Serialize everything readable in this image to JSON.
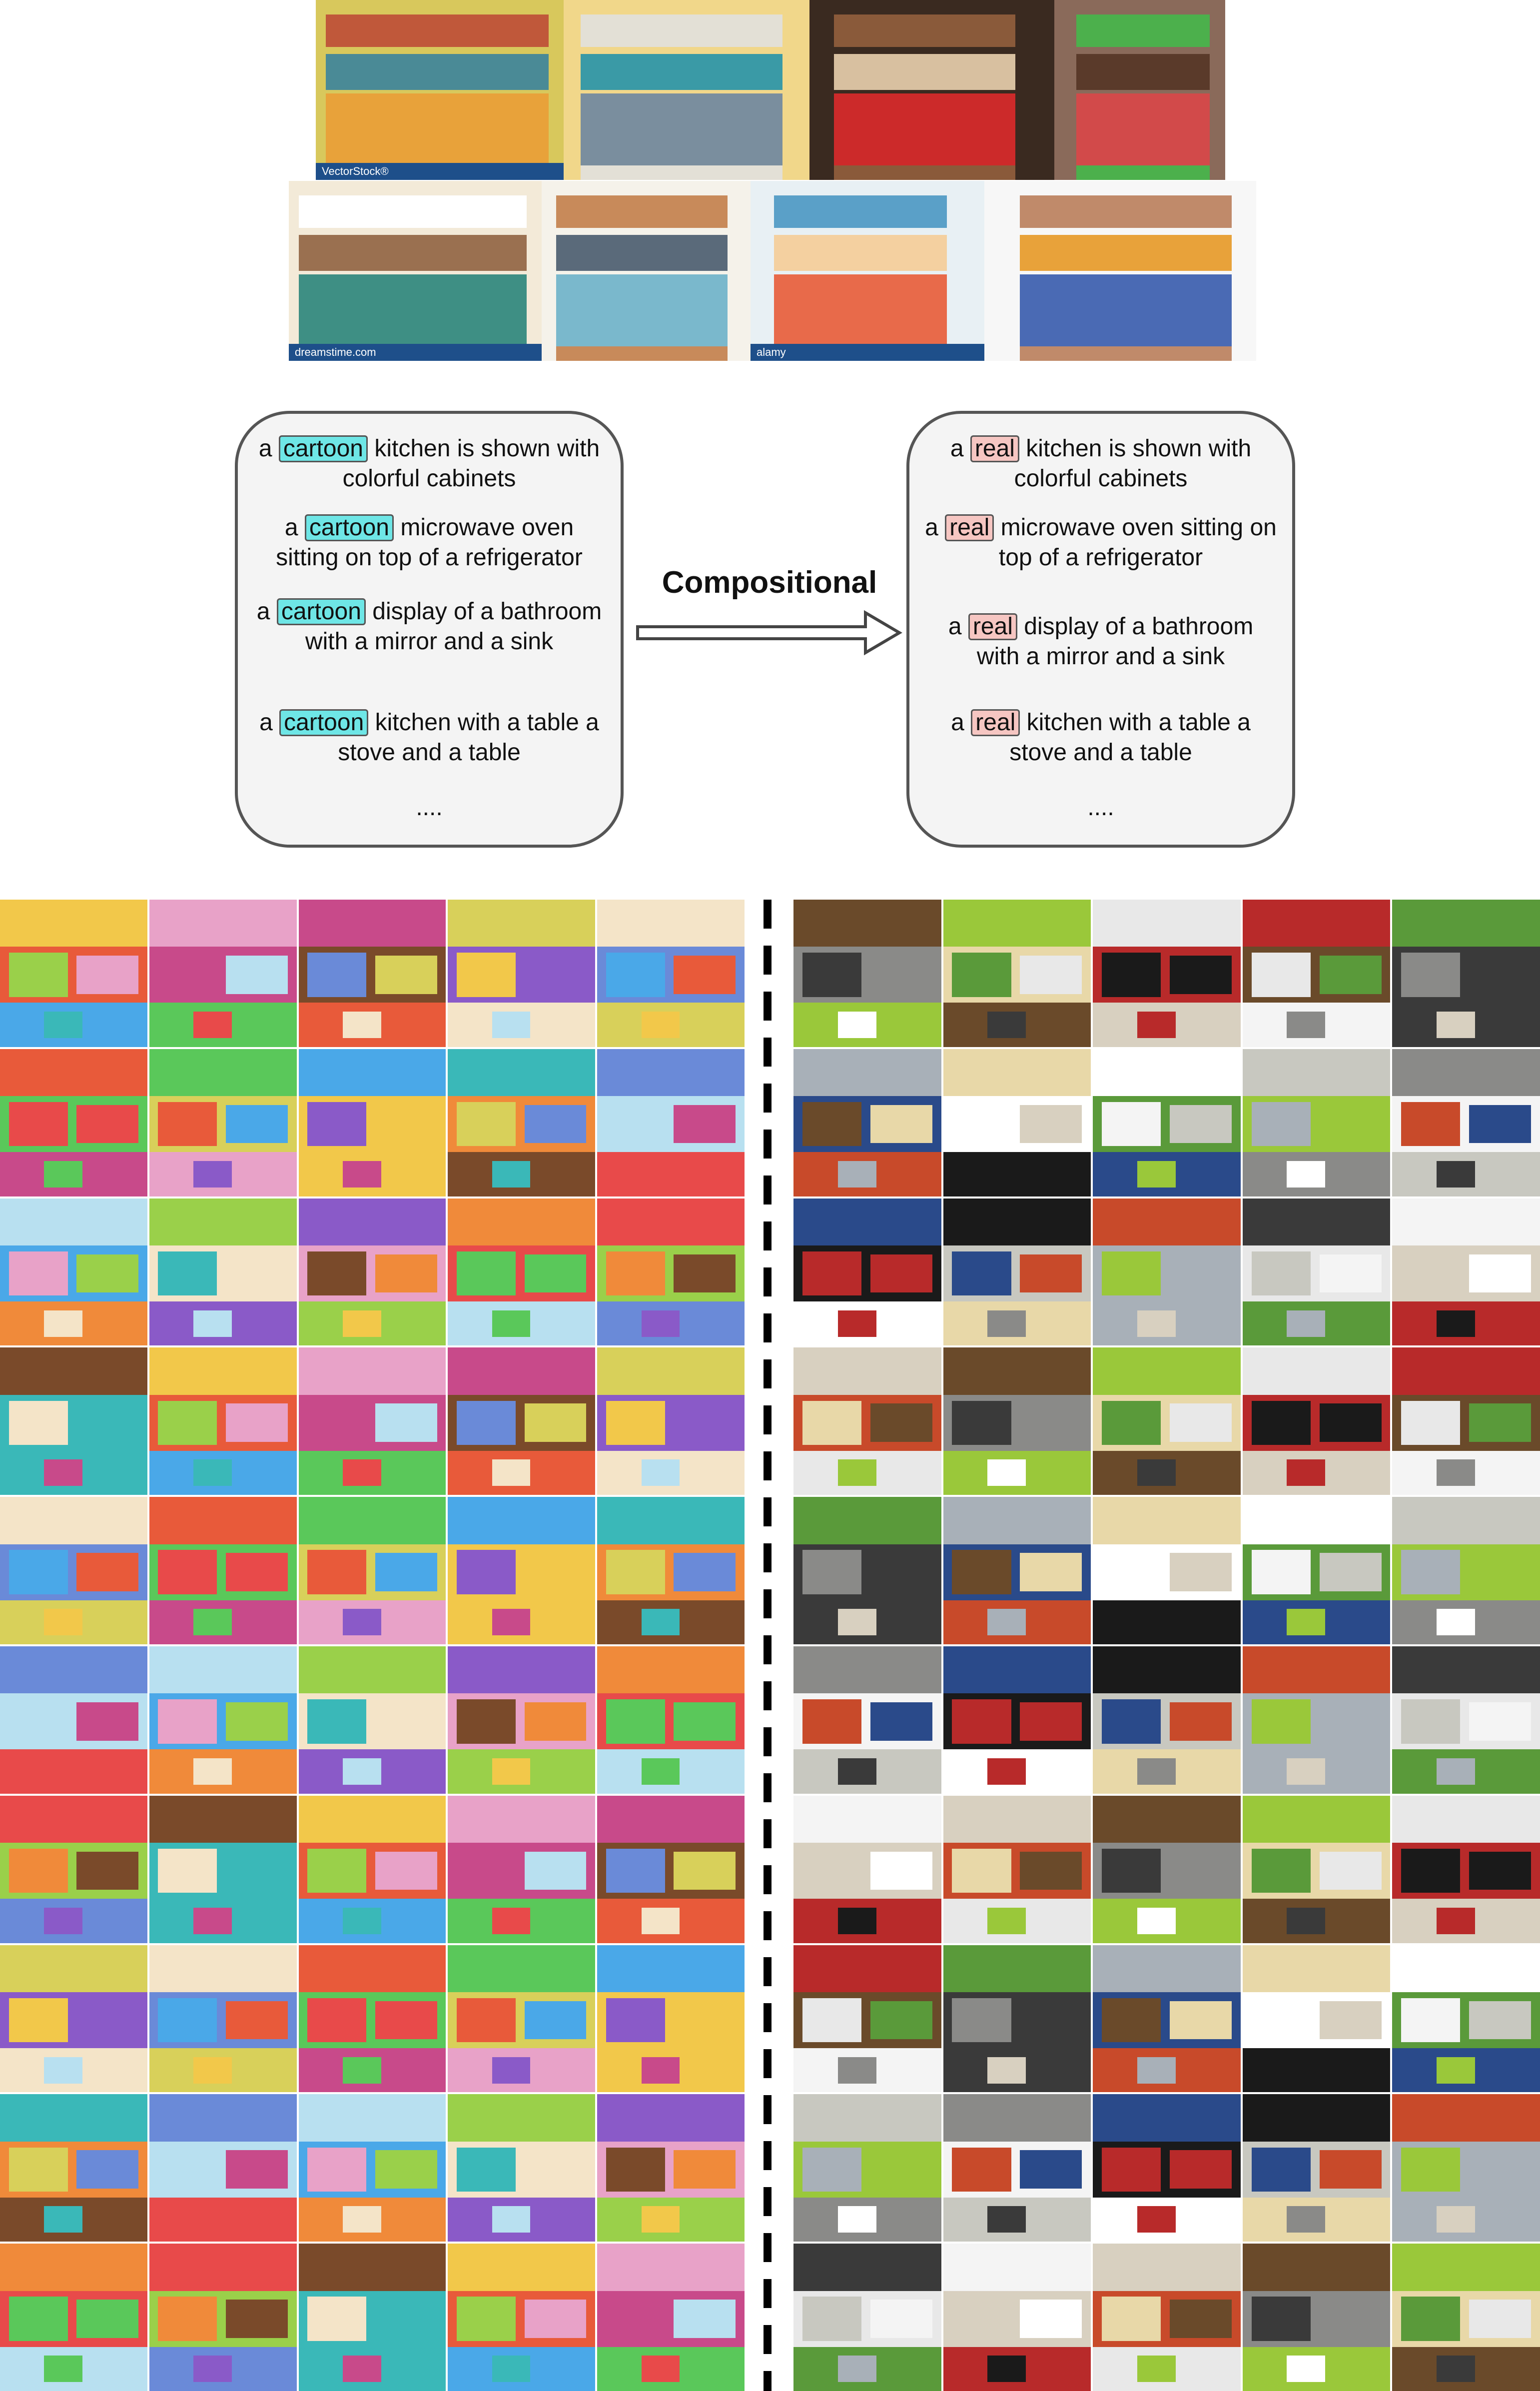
{
  "reference_images": {
    "row1": [
      {
        "watermark": "VectorStock®",
        "bg": "#d8c85c",
        "c1": "#c0583a",
        "c2": "#e8a23a",
        "c3": "#4a8a96"
      },
      {
        "watermark": "",
        "bg": "#f1d78a",
        "c1": "#e3e0d6",
        "c2": "#7a8e9e",
        "c3": "#3a9aa6"
      },
      {
        "watermark": "",
        "bg": "#3a2a20",
        "c1": "#8a5a3a",
        "c2": "#cc2a2a",
        "c3": "#d8c0a0"
      },
      {
        "watermark": "",
        "bg": "#8a6a5a",
        "c1": "#4cb04c",
        "c2": "#d24a4a",
        "c3": "#5a3a2a"
      }
    ],
    "row2": [
      {
        "watermark": "dreamstime.com",
        "bg": "#f3ead8",
        "c1": "#ffffff",
        "c2": "#3e8f84",
        "c3": "#9a7050"
      },
      {
        "watermark": "",
        "bg": "#f5f2ea",
        "c1": "#c88a5a",
        "c2": "#7ab8cc",
        "c3": "#5a6a7a"
      },
      {
        "watermark": "alamy",
        "bg": "#e8f0f4",
        "c1": "#5aa0c8",
        "c2": "#e86a4a",
        "c3": "#f4d0a0"
      },
      {
        "watermark": "",
        "bg": "#f7f7f7",
        "c1": "#c08a6a",
        "c2": "#4a6ab4",
        "c3": "#e8a23a"
      }
    ]
  },
  "cartoon_box": {
    "tag": "cartoon",
    "captions": [
      {
        "pre": "a",
        "post": "kitchen is shown with colorful cabinets"
      },
      {
        "pre": "a",
        "post": "microwave oven sitting on top of a refrigerator"
      },
      {
        "pre": "a",
        "post": "display of a bathroom with a mirror and a sink"
      },
      {
        "pre": "a",
        "post": "kitchen with a table a stove and a table"
      }
    ],
    "ellipsis": "...."
  },
  "real_box": {
    "tag": "real",
    "captions": [
      {
        "pre": "a",
        "post": "kitchen is shown with colorful cabinets"
      },
      {
        "pre": "a",
        "post": "microwave oven sitting on top of a refrigerator"
      },
      {
        "pre": "a",
        "post": "display of a bathroom with a mirror and a sink"
      },
      {
        "pre": "a",
        "post": "kitchen with a table a stove and a table"
      }
    ],
    "ellipsis": "...."
  },
  "arrow_label": "Compositional",
  "palettes": {
    "cartoon": [
      "#e85a3a",
      "#f2c84a",
      "#9ad04a",
      "#5ac85a",
      "#e8a2c8",
      "#8a5ac8",
      "#4aa8e8",
      "#c84a8a",
      "#f08a3a",
      "#3ab8b8",
      "#d8d05a",
      "#e84a4a",
      "#6a8ad8",
      "#f4e4c8",
      "#7a4a2a",
      "#b8e0f0"
    ],
    "real": [
      "#e8e8e8",
      "#3a3a3a",
      "#c8c8c0",
      "#b82a2a",
      "#f4f4f4",
      "#8a8a88",
      "#5a9a3a",
      "#d8d0c0",
      "#2a4a8a",
      "#a8b0b8",
      "#6a4a2a",
      "#1a1a1a",
      "#e8d8a8",
      "#9ac83a",
      "#c84a2a",
      "#ffffff"
    ]
  }
}
